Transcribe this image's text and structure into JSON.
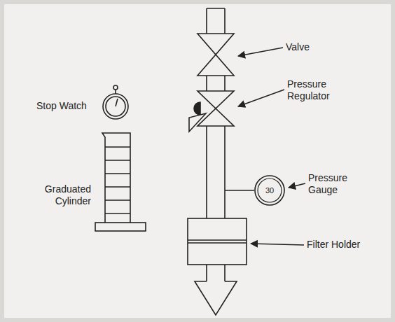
{
  "diagram": {
    "nodes": [
      {
        "text": [
          "30"
        ]
      }
    ],
    "labels": [
      "Stop Watch",
      "Graduated Cylinder",
      "Valve",
      "Pressure Regulator",
      "Pressure Gauge",
      "Filter Holder"
    ]
  }
}
